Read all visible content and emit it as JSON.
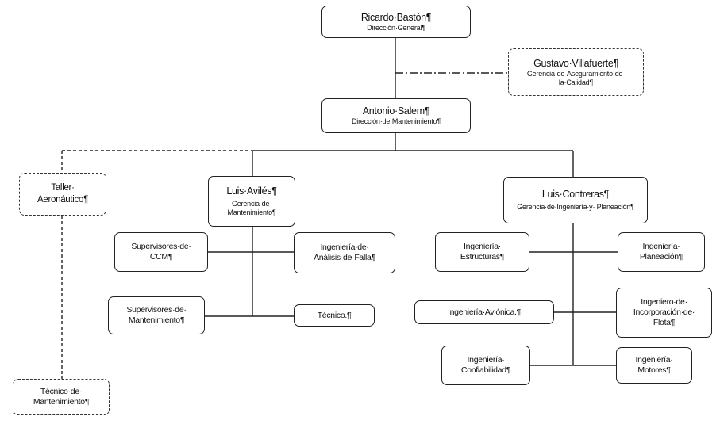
{
  "nodes": {
    "ricardo": {
      "name": "Ricardo·Bastón¶",
      "role": "Dirección·General¶"
    },
    "gustavo": {
      "name": "Gustavo·Villafuerte¶",
      "role": "Gerencia·de·Aseguramiento·de· la·Calidad¶"
    },
    "antonio": {
      "name": "Antonio·Salem¶",
      "role": "Dirección·de·Mantenimiento¶"
    },
    "taller": {
      "name": "Taller· Aeronáutico¶"
    },
    "luis_aviles": {
      "name": "Luis·Avilés¶",
      "role": "Gerencia·de· Mantenimiento¶"
    },
    "luis_contreras": {
      "name": "Luis·Contreras¶",
      "role": "Gerencia·de·Ingeniería·y· Planeación¶"
    },
    "sup_ccm": {
      "name": "Supervisores·de· CCM¶"
    },
    "ing_analisis": {
      "name": "Ingeniería·de· Análisis·de·Falla¶"
    },
    "sup_mant": {
      "name": "Supervisores·de· Mantenimiento¶"
    },
    "tecnico": {
      "name": "Técnico.¶"
    },
    "ing_estructuras": {
      "name": "Ingeniería· Estructuras¶"
    },
    "ing_planeacion": {
      "name": "Ingeniería· Planeación¶"
    },
    "ing_avionica": {
      "name": "Ingeniería·Aviónica.¶"
    },
    "ing_flota": {
      "name": "Ingeniero·de· Incorporación·de· Flota¶"
    },
    "ing_confiabilidad": {
      "name": "Ingeniería· Confiabilidad¶"
    },
    "ing_motores": {
      "name": "Ingeniería· Motores¶"
    },
    "tec_mant": {
      "name": "Técnico·de· Mantenimiento¶"
    }
  },
  "line_color": "#222222"
}
